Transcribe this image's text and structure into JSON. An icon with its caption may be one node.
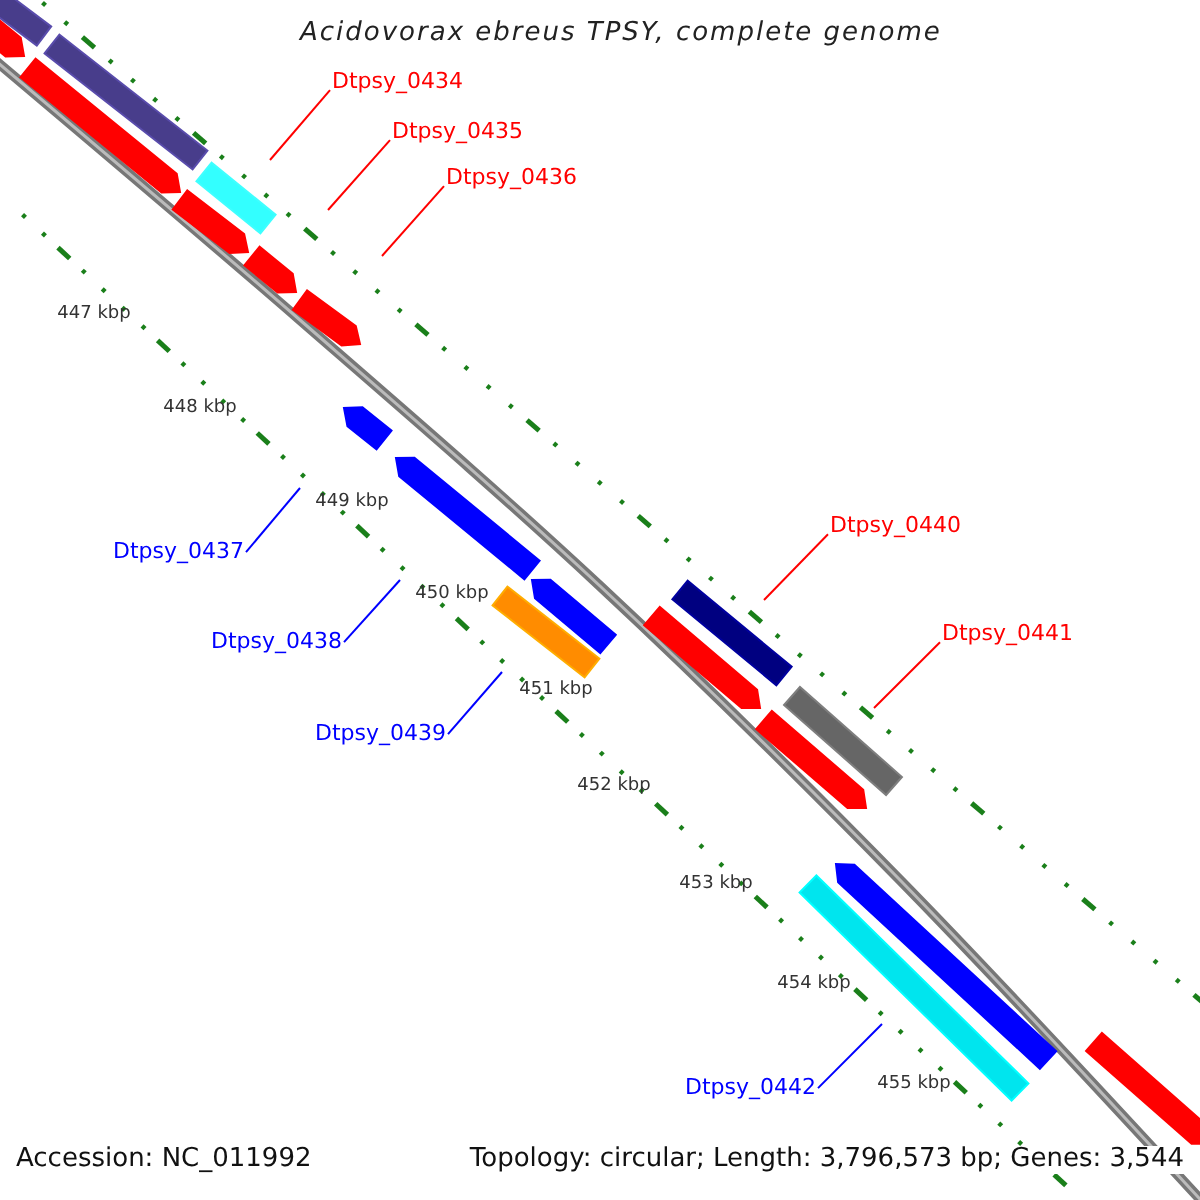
{
  "diagram": {
    "title": "Acidovorax ebreus TPSY, complete genome",
    "nodes": [
      {
        "text": [
          "Dtpsy_0434"
        ]
      },
      {
        "text": [
          "Dtpsy_0435"
        ]
      },
      {
        "text": [
          "Dtpsy_0436"
        ]
      },
      {
        "text": [
          "Dtpsy_0437"
        ]
      },
      {
        "text": [
          "Dtpsy_0438"
        ]
      },
      {
        "text": [
          "Dtpsy_0439"
        ]
      },
      {
        "text": [
          "Dtpsy_0440"
        ]
      },
      {
        "text": [
          "Dtpsy_0441"
        ]
      },
      {
        "text": [
          "Dtpsy_0442"
        ]
      }
    ],
    "edges": [
      {
        "from": 0,
        "to": null,
        "arrow": "none"
      },
      {
        "from": 1,
        "to": null,
        "arrow": "none"
      },
      {
        "from": 2,
        "to": null,
        "arrow": "none"
      },
      {
        "from": 3,
        "to": null,
        "arrow": "none",
        "color": "#0000ff"
      },
      {
        "from": 4,
        "to": null,
        "arrow": "none",
        "color": "#0000ff"
      },
      {
        "from": 5,
        "to": null,
        "arrow": "none",
        "color": "#0000ff"
      },
      {
        "from": 6,
        "to": null,
        "arrow": "none"
      },
      {
        "from": 7,
        "to": null,
        "arrow": "none"
      },
      {
        "from": 8,
        "to": null,
        "arrow": "none",
        "color": "#0000ff"
      }
    ],
    "labels": [
      "447 kbp",
      "448 kbp",
      "449 kbp",
      "450 kbp",
      "451 kbp",
      "452 kbp",
      "453 kbp",
      "454 kbp",
      "455 kbp",
      "Accession: NC_011992",
      "Topology: circular; Length: 3,796,573 bp; Genes: 3,544"
    ]
  }
}
